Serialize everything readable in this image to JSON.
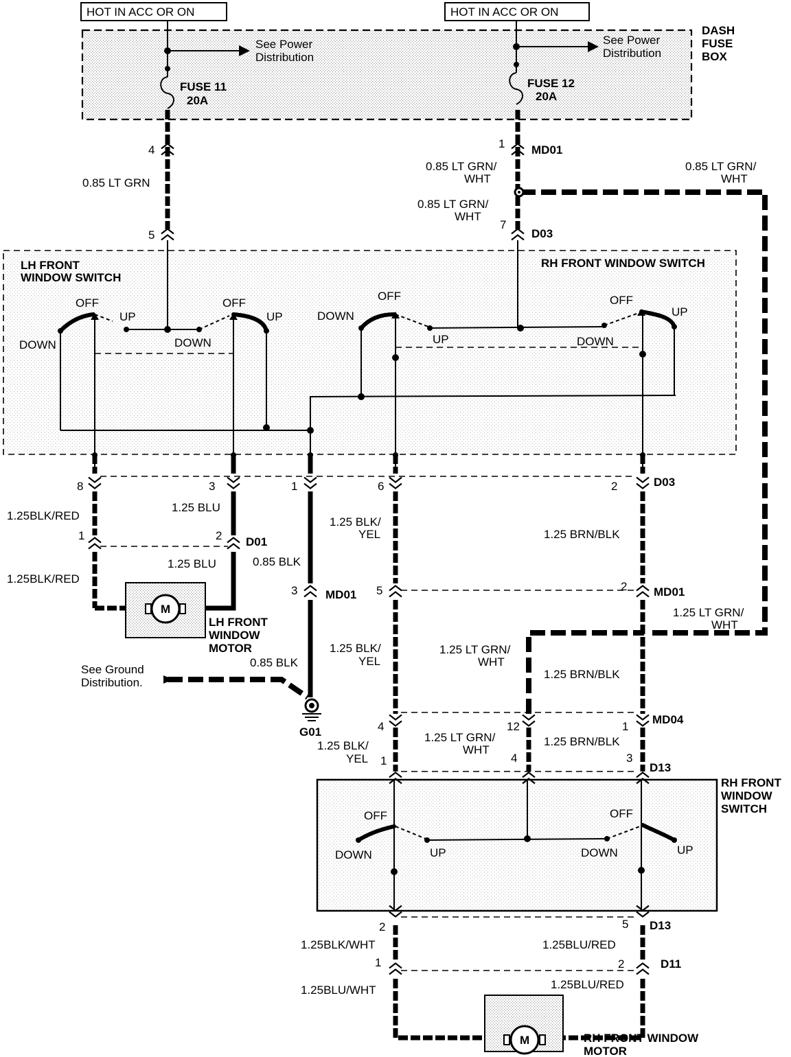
{
  "power_labels": {
    "left": "HOT IN ACC OR ON",
    "right": "HOT IN ACC OR ON"
  },
  "fuse_box": {
    "title_line1": "DASH",
    "title_line2": "FUSE",
    "title_line3": "BOX",
    "see_power_line1": "See Power",
    "see_power_line2": "Distribution",
    "fuse11_name": "FUSE 11",
    "fuse11_rating": "20A",
    "fuse12_name": "FUSE 12",
    "fuse12_rating": "20A"
  },
  "connectors": {
    "md01": "MD01",
    "d03": "D03",
    "d01": "D01",
    "md04": "MD04",
    "d13": "D13",
    "d11": "D11",
    "g01": "G01"
  },
  "pins": {
    "p4": "4",
    "p5": "5",
    "p1": "1",
    "p7": "7",
    "p8": "8",
    "p3": "3",
    "p6": "6",
    "p2": "2",
    "p12": "12"
  },
  "wires": {
    "lt_grn": "0.85 LT GRN",
    "lt_grn_wht_a": "0.85 LT GRN/",
    "lt_grn_wht_b": "WHT",
    "blk_red": "1.25BLK/RED",
    "blu": "1.25 BLU",
    "blk": "0.85 BLK",
    "blk_yel_a": "1.25 BLK/",
    "blk_yel_b": "YEL",
    "brn_blk": "1.25 BRN/BLK",
    "lt_grn_wht125_a": "1.25 LT GRN/",
    "lt_grn_wht125_b": "WHT",
    "blk_wht": "1.25BLK/WHT",
    "blu_red": "1.25BLU/RED",
    "blu_wht": "1.25BLU/WHT"
  },
  "switches": {
    "lh_title_line1": "LH FRONT",
    "lh_title_line2": "WINDOW SWITCH",
    "rh_title": "RH FRONT WINDOW SWITCH",
    "rh2_title_line1": "RH FRONT",
    "rh2_title_line2": "WINDOW",
    "rh2_title_line3": "SWITCH",
    "off": "OFF",
    "up": "UP",
    "down": "DOWN"
  },
  "motors": {
    "lh_line1": "LH FRONT",
    "lh_line2": "WINDOW",
    "lh_line3": "MOTOR",
    "rh_line1": "RH FRONT WINDOW",
    "rh_line2": "MOTOR",
    "symbol": "M"
  },
  "ground": {
    "see_line1": "See Ground",
    "see_line2": "Distribution."
  }
}
